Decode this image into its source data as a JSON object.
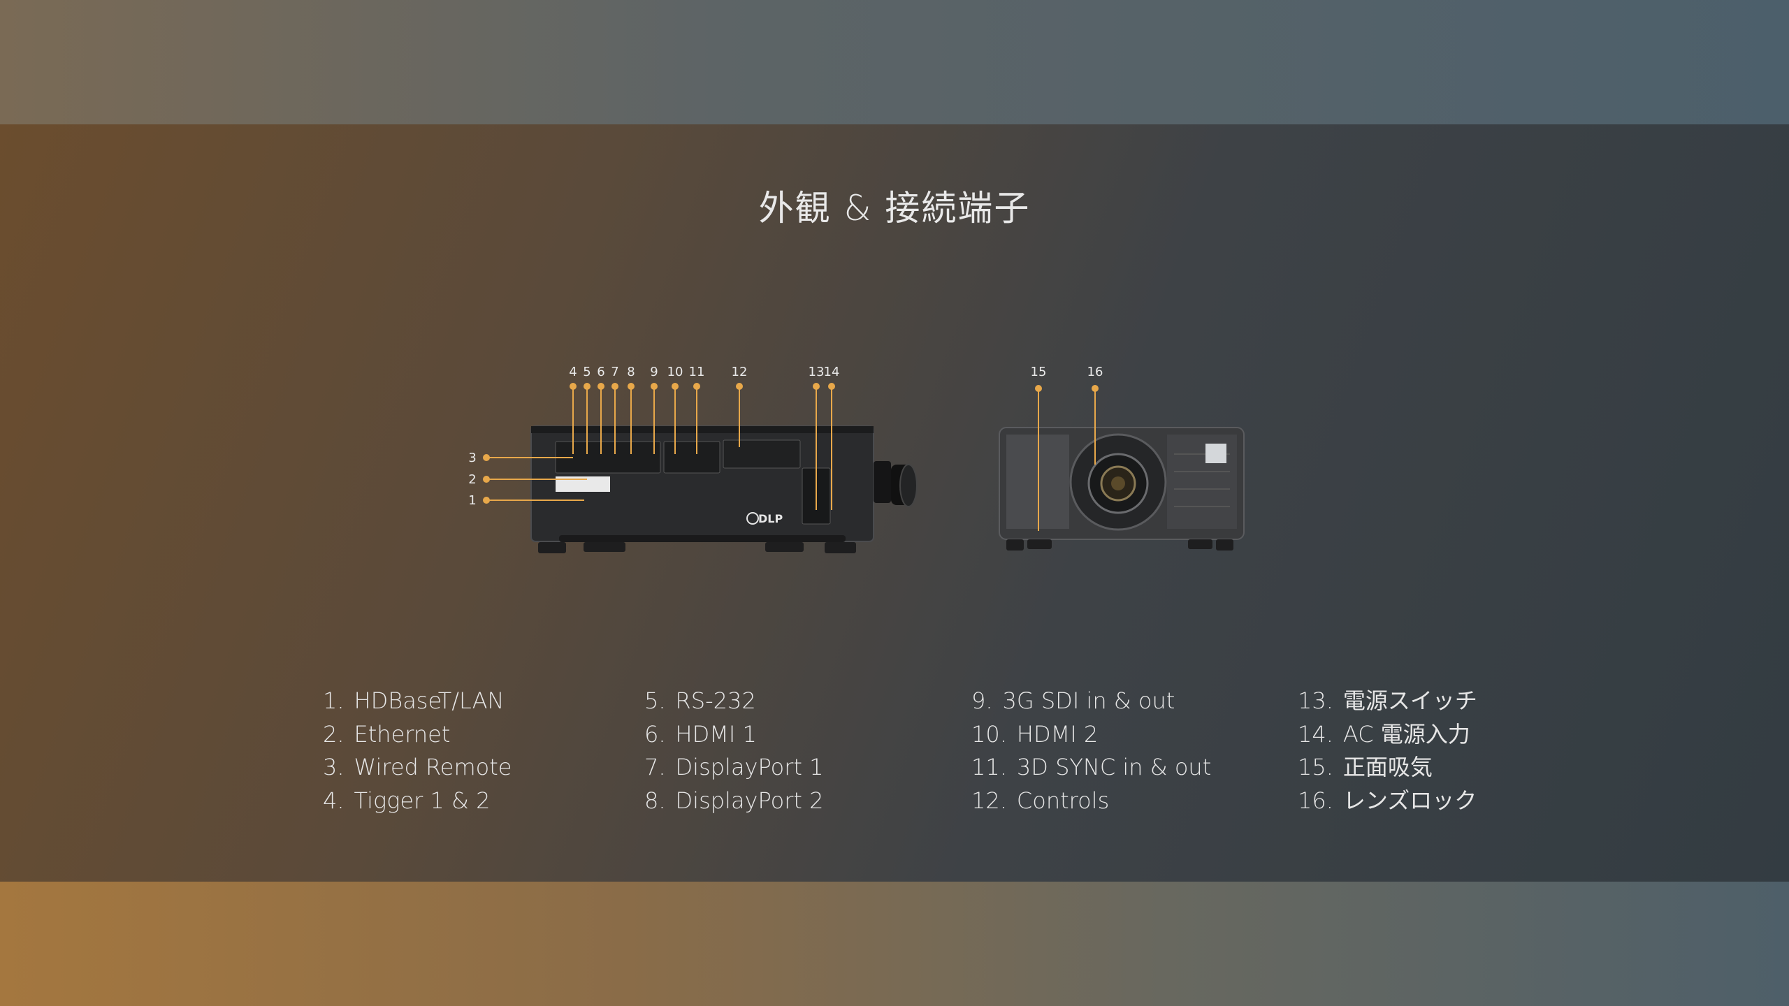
{
  "slide": {
    "title": "外観 & 接続端子"
  },
  "callouts": {
    "side": [
      "1",
      "2",
      "3",
      "4",
      "5",
      "6",
      "7",
      "8",
      "9",
      "10",
      "11",
      "12",
      "13",
      "14"
    ],
    "front": [
      "15",
      "16"
    ]
  },
  "diagram": {
    "accent_color": "#e8a84a",
    "logo_text": "DLP"
  },
  "legend": {
    "columns": [
      [
        {
          "num": "1.",
          "label": "HDBaseT/LAN"
        },
        {
          "num": "2.",
          "label": "Ethernet"
        },
        {
          "num": "3.",
          "label": "Wired Remote"
        },
        {
          "num": "4.",
          "label": "Tigger 1 & 2"
        }
      ],
      [
        {
          "num": "5.",
          "label": "RS-232"
        },
        {
          "num": "6.",
          "label": "HDMI 1"
        },
        {
          "num": "7.",
          "label": "DisplayPort 1"
        },
        {
          "num": "8.",
          "label": "DisplayPort 2"
        }
      ],
      [
        {
          "num": "9.",
          "label": "3G SDI in & out"
        },
        {
          "num": "10.",
          "label": "HDMI 2"
        },
        {
          "num": "11.",
          "label": "3D SYNC in & out"
        },
        {
          "num": "12.",
          "label": "Controls"
        }
      ],
      [
        {
          "num": "13.",
          "label": "電源スイッチ"
        },
        {
          "num": "14.",
          "label": "AC 電源入力"
        },
        {
          "num": "15.",
          "label": "正面吸気"
        },
        {
          "num": "16.",
          "label": "レンズロック"
        }
      ]
    ]
  }
}
